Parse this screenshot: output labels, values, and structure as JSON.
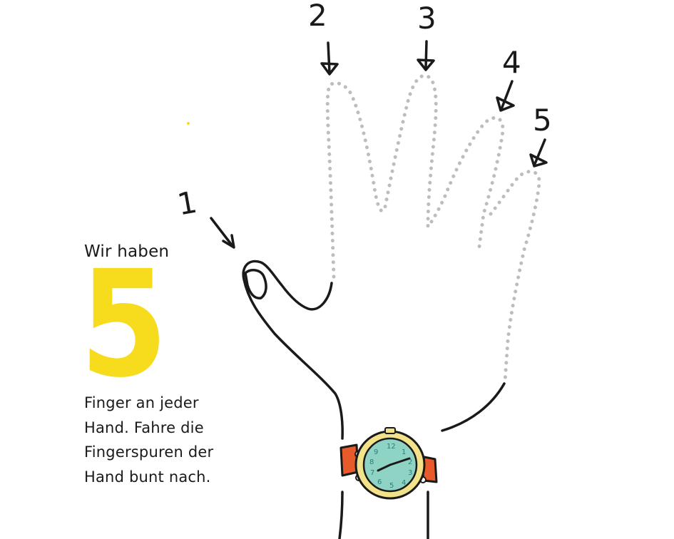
{
  "text": {
    "intro": "Wir haben",
    "number": "5",
    "lines": [
      "Finger an jeder",
      "Hand. Fahre die",
      "Fingerspuren der",
      "Hand bunt nach."
    ]
  },
  "finger_labels": [
    "1",
    "2",
    "3",
    "4",
    "5"
  ],
  "colors": {
    "number": "#f7dc1e",
    "ink": "#1a1a1a",
    "trace": "#bdbdbd",
    "watch_strap": "#e85a2a",
    "watch_case": "#f2e38a",
    "watch_face": "#8fd3c4"
  },
  "icons": [
    "hand-outline-icon",
    "wristwatch-icon",
    "arrow-icon"
  ]
}
